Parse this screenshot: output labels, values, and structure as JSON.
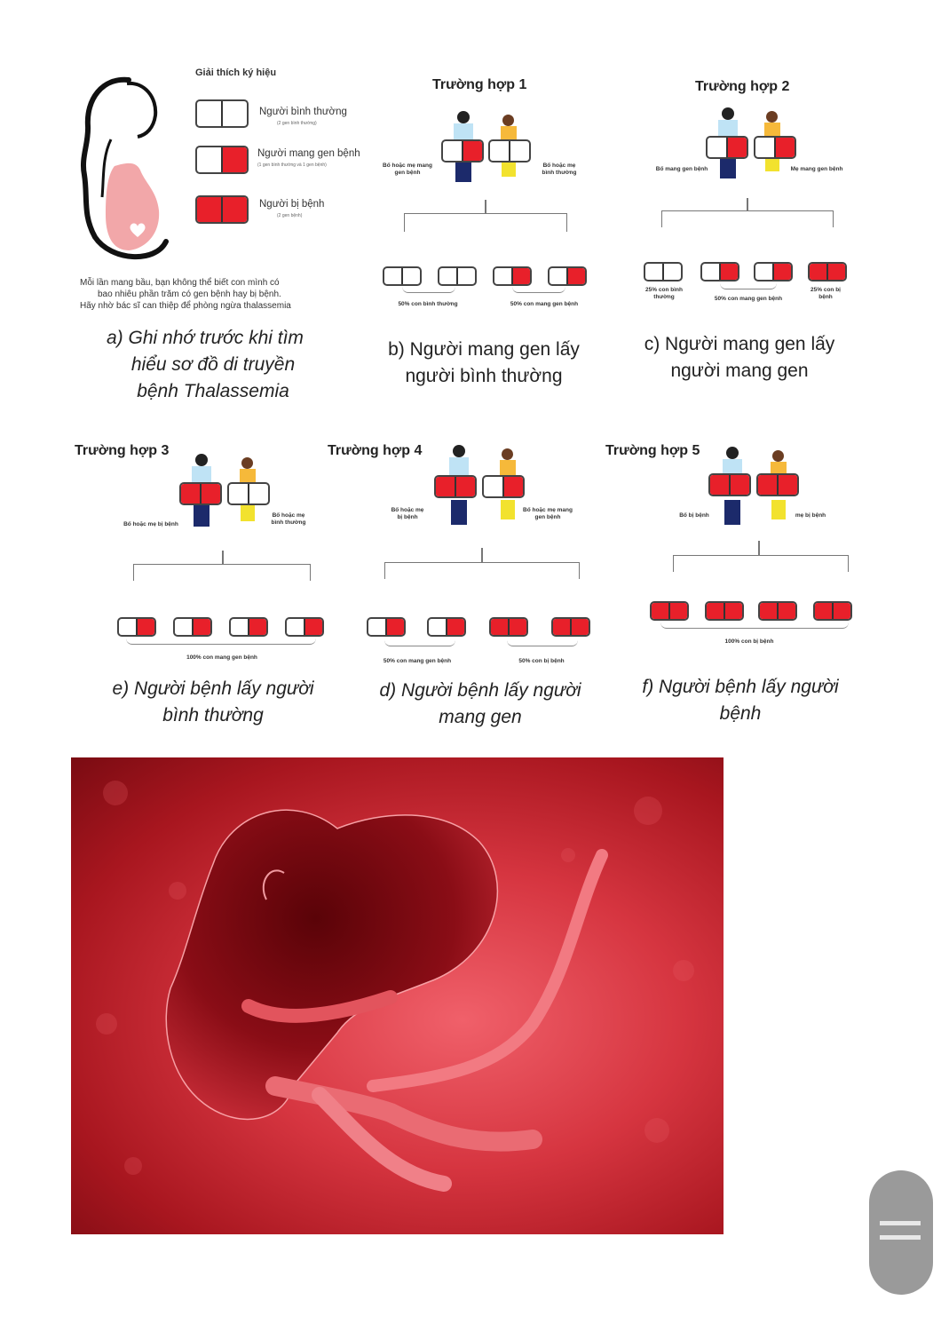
{
  "legend": {
    "title": "Giải thích ký hiệu",
    "items": [
      {
        "label": "Người bình thường",
        "sub": "(2 gen bình thường)",
        "genotype": "normal"
      },
      {
        "label": "Người mang gen bệnh",
        "sub": "(1 gen bình thường và 1 gen bệnh)",
        "genotype": "carrier"
      },
      {
        "label": "Người bị bệnh",
        "sub": "(2 gen bệnh)",
        "genotype": "affected"
      }
    ],
    "note_lines": [
      "Mỗi lần mang bầu, bạn không thể biết con mình có",
      "bao nhiêu phần trăm có gen bệnh hay bị bệnh.",
      "Hãy nhờ bác sĩ can thiệp để phòng ngừa thalassemia"
    ],
    "caption_lines": [
      "a)  Ghi nhớ trước khi tìm",
      "hiểu sơ đồ di truyền",
      "bệnh Thalassemia"
    ]
  },
  "cases": [
    {
      "title": "Trường hợp 1",
      "father_label": "Bố hoặc mẹ mang gen bệnh",
      "mother_label": "Bố hoặc mẹ bình thường",
      "parents": [
        "carrier",
        "normal"
      ],
      "children": [
        "normal",
        "normal",
        "carrier",
        "carrier"
      ],
      "outcomes": [
        "50% con bình thường",
        "50% con mang gen bệnh"
      ],
      "caption_lines": [
        "b) Người mang gen lấy",
        "người bình thường"
      ]
    },
    {
      "title": "Trường hợp 2",
      "father_label": "Bố mang gen bệnh",
      "mother_label": "Mẹ mang gen bệnh",
      "parents": [
        "carrier",
        "carrier"
      ],
      "children": [
        "normal",
        "carrier",
        "carrier",
        "affected"
      ],
      "outcomes": [
        "25% con bình thường",
        "50% con mang gen bệnh",
        "25% con bị bệnh"
      ],
      "caption_lines": [
        "c) Người mang gen lấy",
        "người mang gen"
      ]
    },
    {
      "title": "Trường hợp 3",
      "father_label": "Bố hoặc mẹ bị bệnh",
      "mother_label": "Bố hoặc mẹ bình thường",
      "parents": [
        "affected",
        "normal"
      ],
      "children": [
        "carrier",
        "carrier",
        "carrier",
        "carrier"
      ],
      "outcomes": [
        "100% con mang gen bệnh"
      ],
      "caption_lines": [
        "e) Người bệnh lấy người",
        "bình thường"
      ]
    },
    {
      "title": "Trường hợp 4",
      "father_label": "Bố hoặc mẹ bị bệnh",
      "mother_label": "Bố hoặc mẹ mang gen bệnh",
      "parents": [
        "affected",
        "carrier"
      ],
      "children": [
        "carrier",
        "carrier",
        "affected",
        "affected"
      ],
      "outcomes": [
        "50% con mang gen bệnh",
        "50% con bị bệnh"
      ],
      "caption_lines": [
        "d) Người bệnh lấy người",
        "mang gen"
      ]
    },
    {
      "title": "Trường hợp 5",
      "father_label": "Bố bị bệnh",
      "mother_label": "mẹ bị bệnh",
      "parents": [
        "affected",
        "affected"
      ],
      "children": [
        "affected",
        "affected",
        "affected",
        "affected"
      ],
      "outcomes": [
        "100% con bị bệnh"
      ],
      "caption_lines": [
        "f) Người bệnh lấy người",
        "bệnh"
      ]
    }
  ],
  "colors": {
    "disease_red": "#e8202a",
    "fetus_bg": "#d63540"
  },
  "fetus_image": {
    "alt": "fetus-illustration"
  },
  "scroll_handle": {
    "icon": "drag-handle-icon"
  }
}
